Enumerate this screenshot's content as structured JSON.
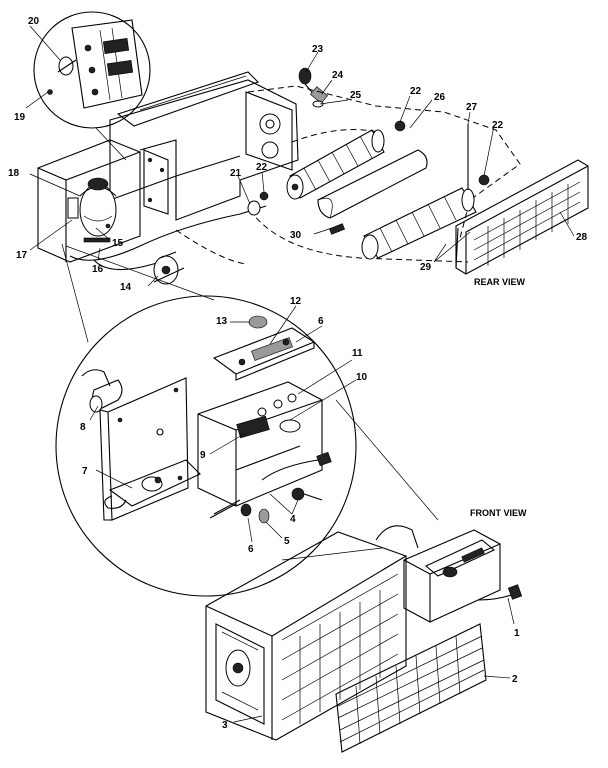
{
  "views": {
    "rear": "REAR VIEW",
    "front": "FRONT VIEW"
  },
  "callouts": [
    {
      "id": "c1",
      "text": "1"
    },
    {
      "id": "c2",
      "text": "2"
    },
    {
      "id": "c3",
      "text": "3"
    },
    {
      "id": "c4",
      "text": "4"
    },
    {
      "id": "c5",
      "text": "5"
    },
    {
      "id": "c6a",
      "text": "6"
    },
    {
      "id": "c6b",
      "text": "6"
    },
    {
      "id": "c7",
      "text": "7"
    },
    {
      "id": "c8",
      "text": "8"
    },
    {
      "id": "c9",
      "text": "9"
    },
    {
      "id": "c10",
      "text": "10"
    },
    {
      "id": "c11",
      "text": "11"
    },
    {
      "id": "c12",
      "text": "12"
    },
    {
      "id": "c13",
      "text": "13"
    },
    {
      "id": "c14",
      "text": "14"
    },
    {
      "id": "c15",
      "text": "15"
    },
    {
      "id": "c16",
      "text": "16"
    },
    {
      "id": "c17",
      "text": "17"
    },
    {
      "id": "c18",
      "text": "18"
    },
    {
      "id": "c19",
      "text": "19"
    },
    {
      "id": "c20",
      "text": "20"
    },
    {
      "id": "c21",
      "text": "21"
    },
    {
      "id": "c22a",
      "text": "22"
    },
    {
      "id": "c22b",
      "text": "22"
    },
    {
      "id": "c22c",
      "text": "22"
    },
    {
      "id": "c23",
      "text": "23"
    },
    {
      "id": "c24",
      "text": "24"
    },
    {
      "id": "c25",
      "text": "25"
    },
    {
      "id": "c26",
      "text": "26"
    },
    {
      "id": "c27",
      "text": "27"
    },
    {
      "id": "c28",
      "text": "28"
    },
    {
      "id": "c29",
      "text": "29"
    },
    {
      "id": "c30",
      "text": "30"
    }
  ]
}
